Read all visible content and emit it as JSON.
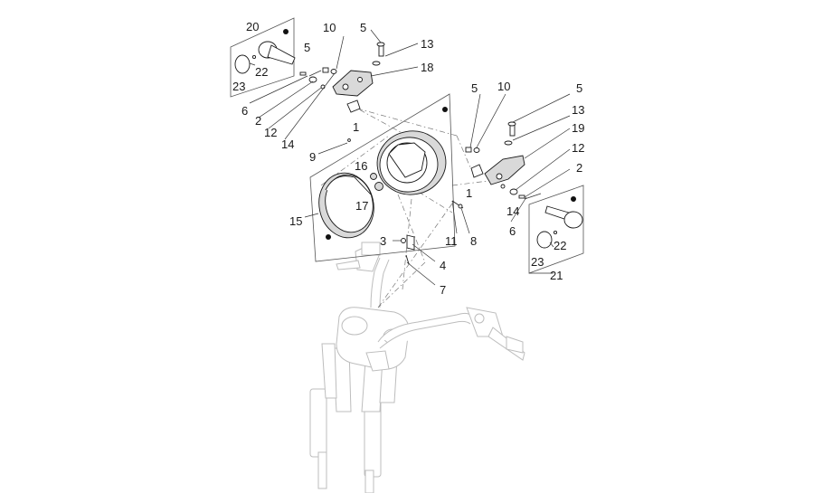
{
  "callouts": [
    "20",
    "10",
    "5",
    "13",
    "18",
    "5",
    "22",
    "23",
    "6",
    "2",
    "12",
    "14",
    "1",
    "9",
    "16",
    "17",
    "15",
    "5",
    "10",
    "5",
    "13",
    "19",
    "12",
    "2",
    "1",
    "14",
    "6",
    "11",
    "8",
    "3",
    "4",
    "7",
    "22",
    "23",
    "21"
  ]
}
